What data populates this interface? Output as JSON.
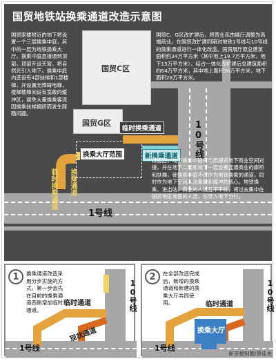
{
  "title": "国贸地铁站换乘通道改造示意图",
  "buildings": {
    "c": "国贸C区",
    "g": "国贸G区"
  },
  "labels": {
    "temp_channel": "临时换乘通道",
    "transfer_channel": "换乘通道",
    "new_transfer_channel": "新换乘通道",
    "hall_range": "换乘大厅范围",
    "temp_vertical": "临时换乘通道",
    "transfer_vertical": "换乘通道"
  },
  "lines": {
    "line10": "10号线",
    "line1": "1号线",
    "line10_short": "10号线",
    "line1_short": "1号线"
  },
  "notes": {
    "left": "国贸家楼附近的地下将设置一个三层换乘中庭，其中的一层为地铁换乘大厅。换乘中庭直接通到顶部，顶部开设天窗，将自然光引入地下。换乘中庭内还设有4部扶梯和1部楼梯，并设置无障碍电梯，楼梯楼梯间设有宽敞的缓冲区，避免大量换乘客流因换乘扶梯拥挤而发生踩踏问题。",
    "top_right": "国贸C、G区改扩建后，将营业态由展厅调整为高端商业。在国贸改扩建同期对地铁1号线与10号线的换乘通道进行一体化改造。国贸展厅原总建筑面积约34万平方米（其中地上19.7万平方米，地下15万平方米），结合一体化改扩建后总建筑面积约64万平方米，其中地上面积36万平方米，地下面积28万平方米。",
    "bottom_right": "改造后，地下换乘中庭将与原国贸地下商业空间对接，并在地下二层和地下一层设置连通商业的廊桥和扶梯，使换乘中庭不仅作为地铁换乘的通道，同时作为地下空间人流集散和缓冲的核心。地铁换乘、进出站、商业的人流互不干扰，将过去集中在国贸地区地面的人流，引导入地下分行。"
  },
  "panel1": {
    "number": "1",
    "note": "换乘通道改造采用分步实施的方式，第一步会先在目前的换乘通道西侧增加临时通道。",
    "temp_label": "临时通道",
    "existing_label": "现状通道",
    "line10": "10号线",
    "line1": "1号线"
  },
  "panel2": {
    "number": "2",
    "note": "在全部改造完成后，新增的换乘通道和新建的换乘大厅共同使用。",
    "temp_label": "临时通道",
    "hall_label": "换乘大厅",
    "line10": "10号线",
    "line1": "1号线"
  },
  "credit": "新京报制图/景佳夫",
  "colors": {
    "background": "#4a4a4a",
    "orange": "#e3a23b",
    "yellow": "#f0d463",
    "cyan": "#7fd3d8",
    "blue": "#3d7fc4",
    "dark_orange": "#d9691e"
  }
}
